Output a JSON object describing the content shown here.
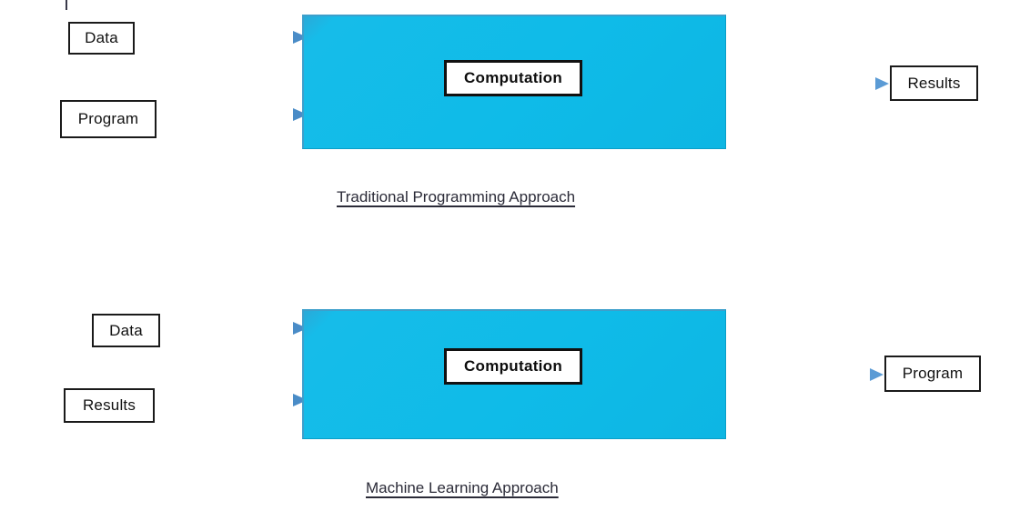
{
  "theme": {
    "process_fill": "#0fbbe8",
    "arrow_color": "#5b9bd5",
    "box_border": "#1a1a1a",
    "text_color": "#111111",
    "caption_color": "#2b2b38",
    "background": "#ffffff"
  },
  "diagrams": [
    {
      "id": "traditional-programming",
      "caption": "Traditional Programming Approach",
      "inputs": [
        {
          "label": "Data"
        },
        {
          "label": "Program"
        }
      ],
      "process": {
        "label": "Computation"
      },
      "outputs": [
        {
          "label": "Results"
        }
      ]
    },
    {
      "id": "machine-learning",
      "caption": "Machine Learning Approach",
      "inputs": [
        {
          "label": "Data"
        },
        {
          "label": "Results"
        }
      ],
      "process": {
        "label": "Computation"
      },
      "outputs": [
        {
          "label": "Program"
        }
      ]
    }
  ],
  "icons": {
    "arrow": "arrow-right-icon"
  }
}
